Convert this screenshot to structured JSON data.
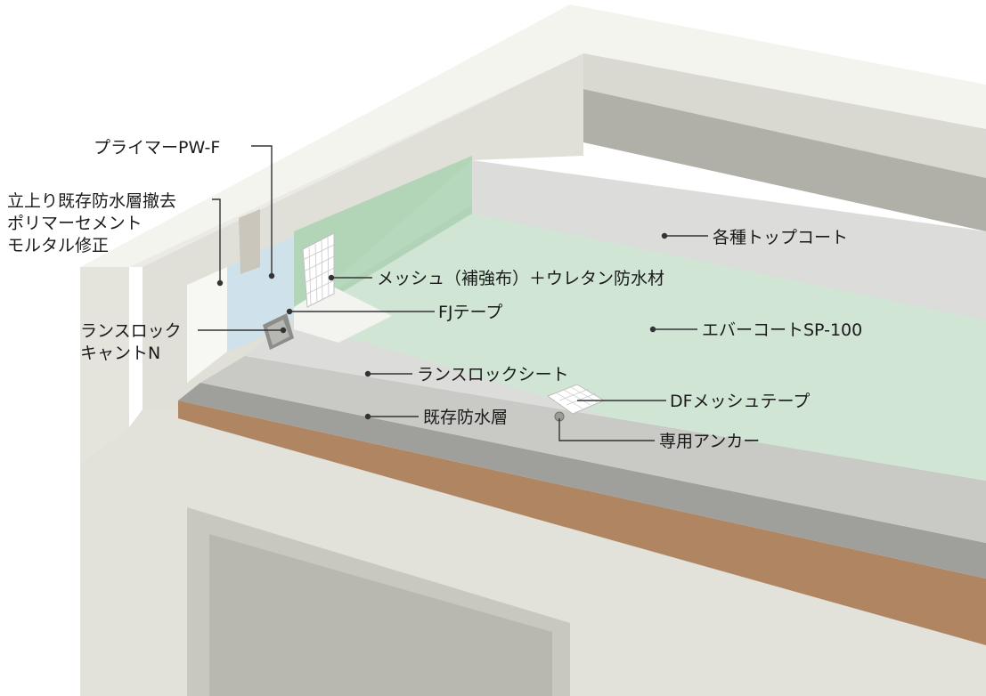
{
  "labels": {
    "primer": "プライマーPW-F",
    "removal_line1": "立上り既存防水層撤去",
    "removal_line2": "ポリマーセメント",
    "removal_line3": "モルタル修正",
    "mesh_urethane": "メッシュ（補強布）＋ウレタン防水材",
    "fj_tape": "FJテープ",
    "lance_cant_line1": "ランスロック",
    "lance_cant_line2": "キャントN",
    "top_coat": "各種トップコート",
    "evercoat": "エバーコートSP-100",
    "lance_sheet": "ランスロックシート",
    "df_mesh": "DFメッシュテープ",
    "existing_layer": "既存防水層",
    "anchor": "専用アンカー"
  },
  "colors": {
    "concrete": "#e6e5df",
    "concrete_shadow": "#cfcec6",
    "parapet_top": "#f3f3ee",
    "wall_inner": "#d4d3cd",
    "wall_band": "#aeaea6",
    "roof_field": "#dcdcda",
    "urethane_green": "#cfe6d4",
    "sheet_gray": "#c9c9c6",
    "existing_layer": "#a6a6a3",
    "brown_base": "#b08662",
    "primer_blue": "#cfe1ea"
  }
}
